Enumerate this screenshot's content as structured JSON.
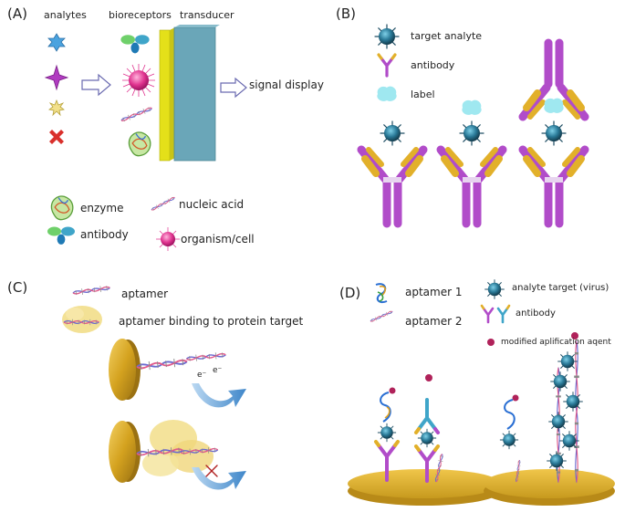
{
  "panelA": {
    "tag": "(A)",
    "analytes_label": "analytes",
    "bioreceptors_label": "bioreceptors",
    "transducer_label": "transducer",
    "signal_label": "signal display",
    "legend": {
      "enzyme": "enzyme",
      "antibody": "antibody",
      "nucleic_acid": "nucleic acid",
      "organism": "organism/cell"
    }
  },
  "panelB": {
    "tag": "(B)",
    "legend": {
      "target": "target analyte",
      "antibody": "antibody",
      "label": "label"
    }
  },
  "panelC": {
    "tag": "(C)",
    "aptamer": "aptamer",
    "aptamer_binding": "aptamer binding to protein target",
    "electron": "e⁻"
  },
  "panelD": {
    "tag": "(D)",
    "aptamer1": "aptamer 1",
    "aptamer2": "aptamer 2",
    "analyte": "analyte target (virus)",
    "antibody": "antibody",
    "amplification": "modified aplification aqent"
  },
  "colors": {
    "analyte_blue": "#4aa3df",
    "analyte_purple": "#b03cc0",
    "analyte_yellow": "#f2e08a",
    "analyte_red": "#d9302c",
    "transducer": "#6aa6b8",
    "bioreceptor_bar": "#e4e019",
    "antibody_purple": "#b14cc9",
    "antibody_gold": "#e2b02a",
    "label_cyan": "#9fe8f0",
    "analyte_dark": "#1f4e63",
    "gold_plate": "#d9ac27",
    "arrow_blue": "#3e86c9"
  }
}
